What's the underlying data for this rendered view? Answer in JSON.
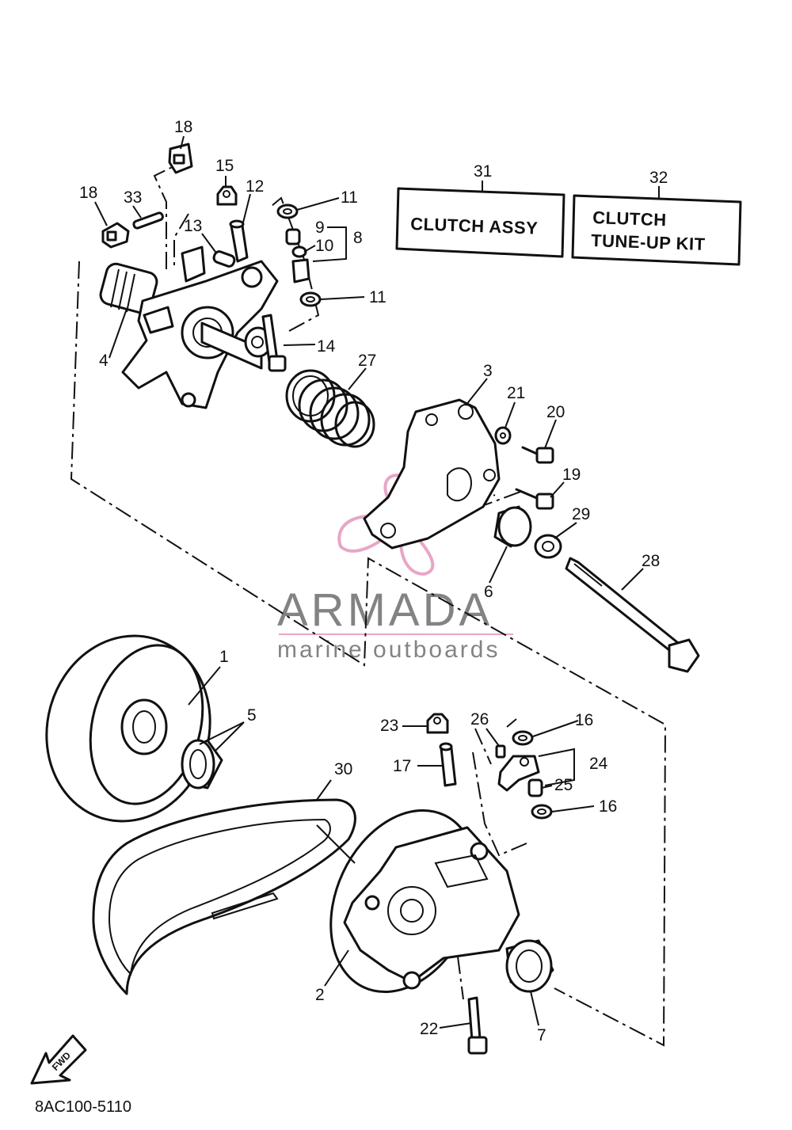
{
  "callouts": {
    "c1": "1",
    "c2": "2",
    "c3": "3",
    "c4": "4",
    "c5": "5",
    "c6": "6",
    "c7": "7",
    "c8": "8",
    "c9": "9",
    "c10": "10",
    "c11a": "11",
    "c11b": "11",
    "c12": "12",
    "c13": "13",
    "c14": "14",
    "c15": "15",
    "c16a": "16",
    "c16b": "16",
    "c17": "17",
    "c18a": "18",
    "c18b": "18",
    "c19": "19",
    "c20": "20",
    "c21": "21",
    "c22": "22",
    "c23": "23",
    "c24": "24",
    "c25": "25",
    "c26": "26",
    "c27": "27",
    "c28": "28",
    "c29": "29",
    "c30": "30",
    "c31": "31",
    "c32": "32",
    "c33": "33"
  },
  "boxes": {
    "clutch_assy": "CLUTCH ASSY",
    "tune_up_line1": "CLUTCH",
    "tune_up_line2": "TUNE-UP KIT"
  },
  "watermark": {
    "name": "ARMADA",
    "tagline": "marine outboards",
    "logo_color": "#e8a6c6",
    "text_color": "#6e6e6e"
  },
  "fwd_label": "FWD",
  "diagram_code": "8AC100-5110"
}
